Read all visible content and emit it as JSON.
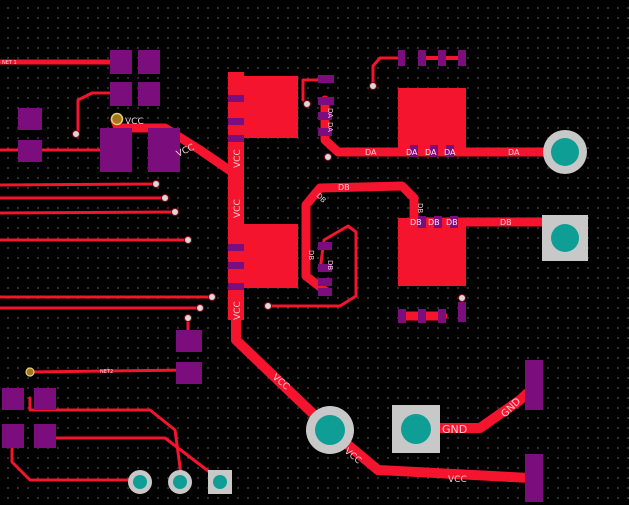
{
  "board": {
    "colors": {
      "background": "#000000",
      "grid": "#3a3a3a",
      "copper": "#f4142d",
      "smd_pad": "#7c0d7c",
      "via_ring": "#c8c8c8",
      "through_hole": "#0e9e95",
      "label": "#f3d0d8"
    }
  },
  "labels": {
    "vcc": "VCC",
    "da": "DA",
    "db": "DB",
    "gnd": "GND",
    "net_small_1": "NET 1",
    "net_small_2": "NET2"
  }
}
